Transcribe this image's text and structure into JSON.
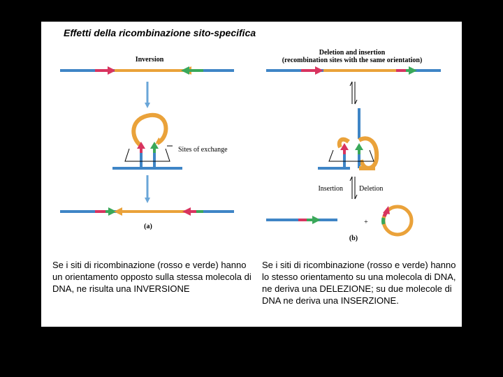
{
  "title": "Effetti della ricombinazione sito-specifica",
  "panel_a": {
    "heading": "Inversion",
    "sites_label": "Sites of exchange",
    "letter": "(a)"
  },
  "panel_b": {
    "heading_line1": "Deletion and insertion",
    "heading_line2": "(recombination sites with the same orientation)",
    "insertion_label": "Insertion",
    "deletion_label": "Deletion",
    "plus": "+",
    "letter": "(b)"
  },
  "caption_left": "Se i siti di ricombinazione (rosso e verde) hanno un orientamento opposto sulla stessa molecola di DNA, ne risulta una INVERSIONE",
  "caption_right": "Se i siti di ricombinazione (rosso e verde) hanno lo stesso orientamento su una molecola di DNA, ne deriva una DELEZIONE; su due molecole di DNA ne deriva una INSERZIONE.",
  "colors": {
    "dna_blue": "#3f85c6",
    "segment_orange": "#eaa23a",
    "site_red": "#d8345f",
    "site_green": "#3aa85a",
    "arrow_blue": "#6aa6d8"
  }
}
